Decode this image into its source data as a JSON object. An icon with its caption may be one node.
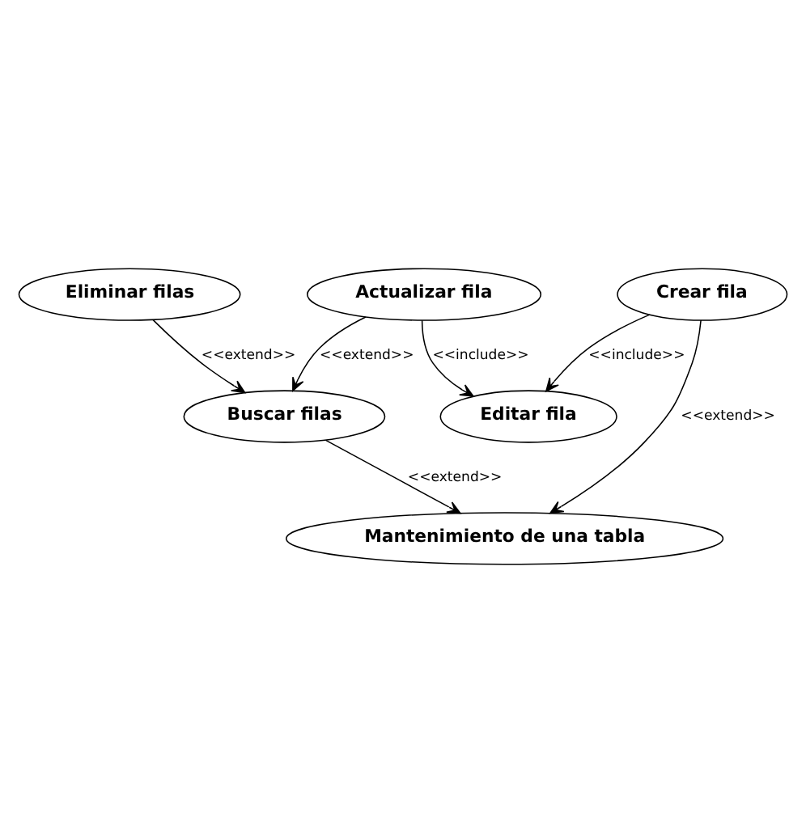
{
  "diagram": {
    "nodes": [
      {
        "text": [
          "Eliminar filas"
        ]
      },
      {
        "text": [
          "Buscar filas"
        ]
      },
      {
        "text": [
          "Actualizar fila"
        ]
      },
      {
        "text": [
          "Mantenimiento de una tabla"
        ]
      },
      {
        "text": [
          "Editar fila"
        ]
      },
      {
        "text": [
          "Crear fila"
        ]
      }
    ],
    "edges": [
      {
        "from": 0,
        "to": 1,
        "arrow": "to",
        "label": "<<extend>>"
      },
      {
        "from": 2,
        "to": 1,
        "arrow": "to",
        "label": "<<extend>>"
      },
      {
        "from": 1,
        "to": 3,
        "arrow": "to",
        "label": "<<extend>>"
      },
      {
        "from": 2,
        "to": 4,
        "arrow": "to",
        "label": "<<include>>"
      },
      {
        "from": 5,
        "to": 4,
        "arrow": "to",
        "label": "<<include>>"
      },
      {
        "from": 5,
        "to": 3,
        "arrow": "to",
        "label": "<<extend>>"
      }
    ]
  }
}
